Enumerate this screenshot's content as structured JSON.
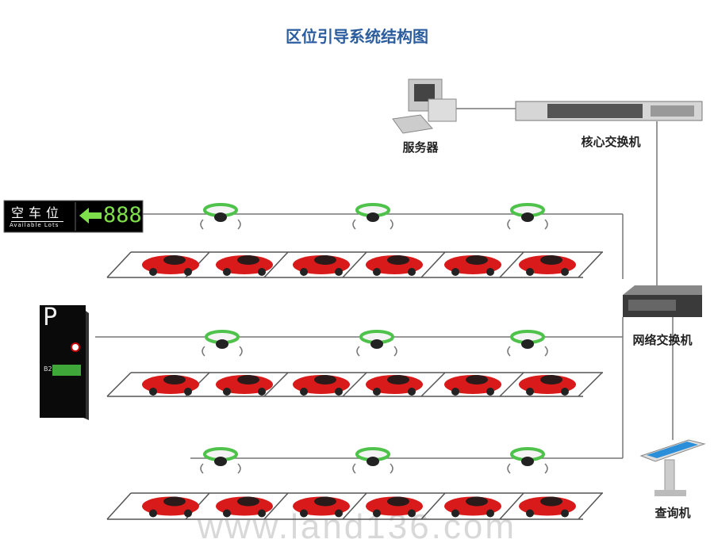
{
  "title": "区位引导系统结构图",
  "labels": {
    "server": "服务器",
    "core_switch": "核心交换机",
    "network_switch": "网络交换机",
    "kiosk": "查询机"
  },
  "sign": {
    "title": "空车位",
    "subtitle": "Available Lots",
    "digits": "888"
  },
  "guide_board": {
    "letter": "P",
    "level": "B2"
  },
  "watermark": "www.land136.com",
  "colors": {
    "title": "#2c5d9e",
    "sensor_ring": "#4ec24a",
    "car": "#d81a1a",
    "led": "#6ee04a"
  }
}
